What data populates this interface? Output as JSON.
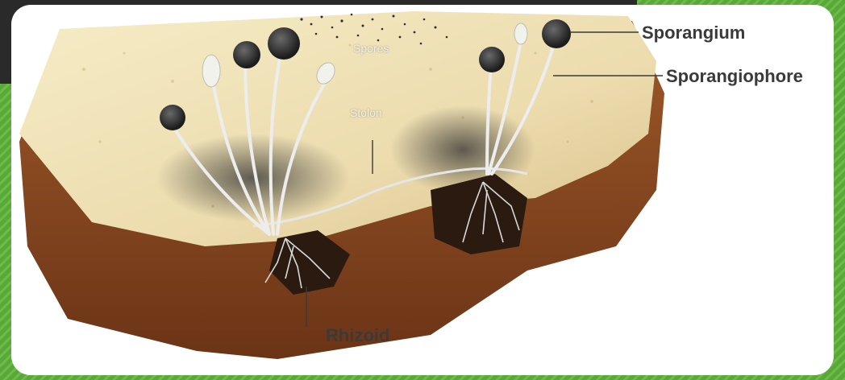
{
  "diagram": {
    "labels": {
      "sporangium": "Sporangium",
      "sporangiophore": "Sporangiophore",
      "spores": "Spores",
      "stolon": "Stolon",
      "rhizoid": "Rhizoid"
    }
  },
  "colors": {
    "slide_dark": "#2a2a2a",
    "slide_green": "#5aa83a",
    "bread_crust": "#8a4a22",
    "bread_crumb": "#f0e2b4",
    "label_text": "#3a3a3a"
  }
}
